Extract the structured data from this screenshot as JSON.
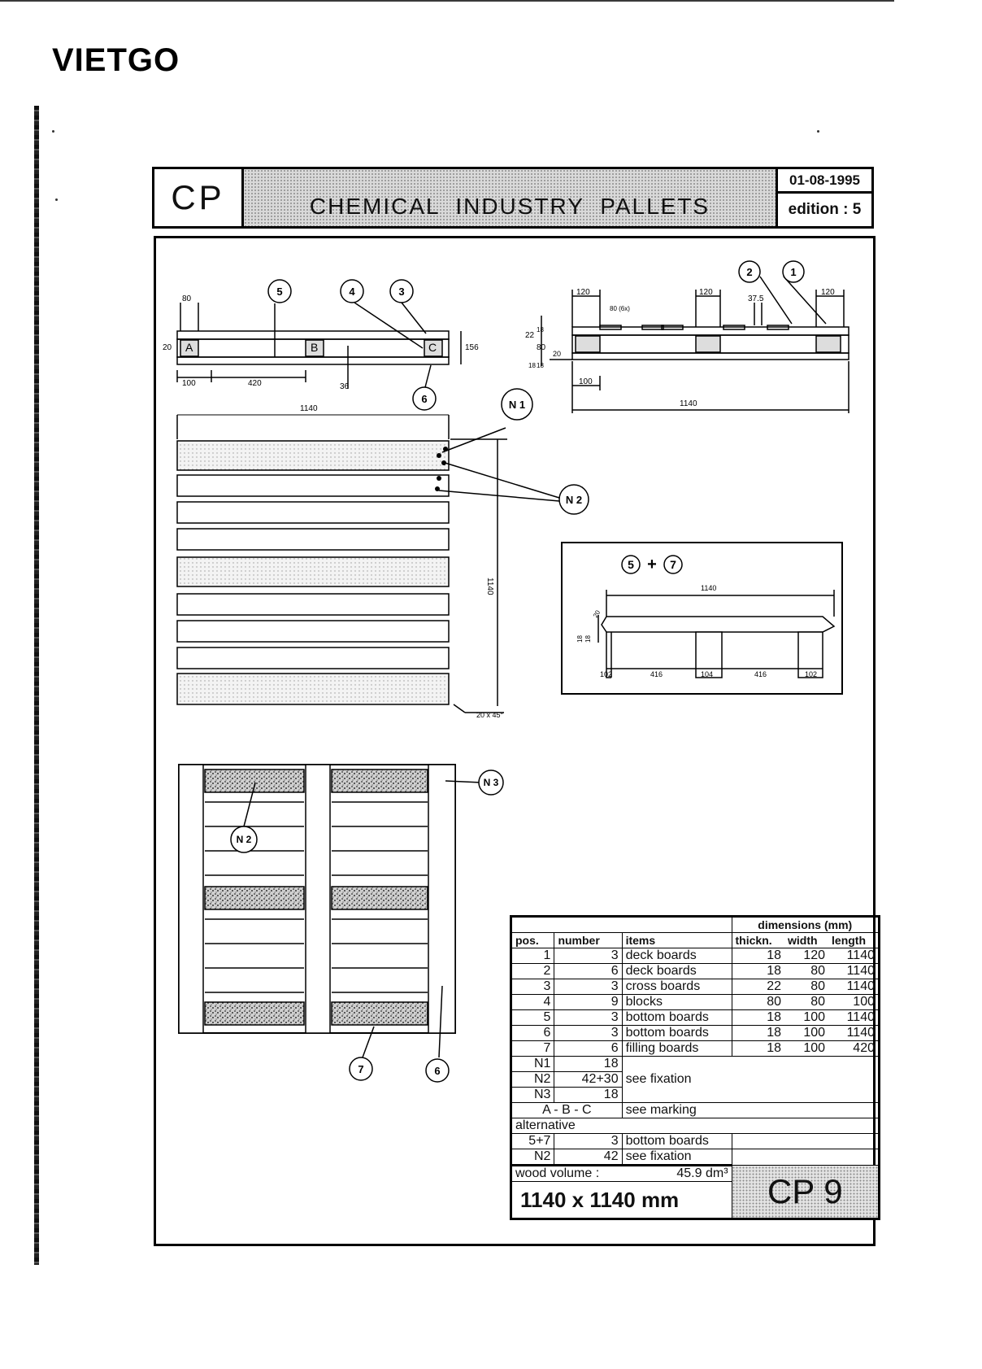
{
  "brand": "VIETGO",
  "header": {
    "code": "CP",
    "title": "CHEMICAL INDUSTRY PALLETS",
    "date": "01-08-1995",
    "edition": "edition : 5"
  },
  "drawings": {
    "side_view_left": {
      "dims": [
        "80",
        "20",
        "100",
        "420",
        "36",
        "156",
        "1140"
      ],
      "markers": [
        "A",
        "B",
        "C"
      ],
      "callouts": [
        "5",
        "4",
        "3",
        "6"
      ]
    },
    "side_view_right": {
      "dims": [
        "120",
        "120",
        "120",
        "80 (6x)",
        "37.5",
        "22",
        "18",
        "80",
        "18",
        "18",
        "20",
        "100",
        "1140"
      ],
      "callouts": [
        "2",
        "1"
      ]
    },
    "top_view": {
      "dims": [
        "1140",
        "1140",
        "20 x 45°"
      ],
      "callouts": [
        "N 1",
        "N 2"
      ]
    },
    "detail_view": {
      "label": "5 + 7",
      "label_a": "5",
      "label_plus": "+",
      "label_b": "7",
      "dims": [
        "1140",
        "102",
        "416",
        "104",
        "416",
        "102",
        "18",
        "18",
        "20"
      ]
    },
    "bottom_view": {
      "callouts": [
        "N 3",
        "N 2",
        "7",
        "6"
      ]
    }
  },
  "table": {
    "dimensions_header": "dimensions (mm)",
    "columns": [
      "pos.",
      "number",
      "items",
      "thickn.",
      "width",
      "length"
    ],
    "rows": [
      {
        "pos": "1",
        "number": "3",
        "item": "deck boards",
        "thickn": "18",
        "width": "120",
        "length": "1140"
      },
      {
        "pos": "2",
        "number": "6",
        "item": "deck boards",
        "thickn": "18",
        "width": "80",
        "length": "1140"
      },
      {
        "pos": "3",
        "number": "3",
        "item": "cross boards",
        "thickn": "22",
        "width": "80",
        "length": "1140"
      },
      {
        "pos": "4",
        "number": "9",
        "item": "blocks",
        "thickn": "80",
        "width": "80",
        "length": "100"
      },
      {
        "pos": "5",
        "number": "3",
        "item": "bottom boards",
        "thickn": "18",
        "width": "100",
        "length": "1140"
      },
      {
        "pos": "6",
        "number": "3",
        "item": "bottom boards",
        "thickn": "18",
        "width": "100",
        "length": "1140"
      },
      {
        "pos": "7",
        "number": "6",
        "item": "filling boards",
        "thickn": "18",
        "width": "100",
        "length": "420"
      }
    ],
    "nails": [
      {
        "pos": "N1",
        "number": "18",
        "item": ""
      },
      {
        "pos": "N2",
        "number": "42+30",
        "item": "see fixation"
      },
      {
        "pos": "N3",
        "number": "18",
        "item": ""
      }
    ],
    "marking": {
      "pos": "A - B - C",
      "item": "see marking"
    },
    "alternative_label": "alternative",
    "alternative_rows": [
      {
        "pos": "5+7",
        "number": "3",
        "item": "bottom boards"
      },
      {
        "pos": "N2",
        "number": "42",
        "item": "see fixation"
      }
    ],
    "wood_volume_label": "wood volume :",
    "wood_volume_value": "45.9 dm³",
    "size": "1140 x 1140  mm",
    "code": "CP 9"
  }
}
